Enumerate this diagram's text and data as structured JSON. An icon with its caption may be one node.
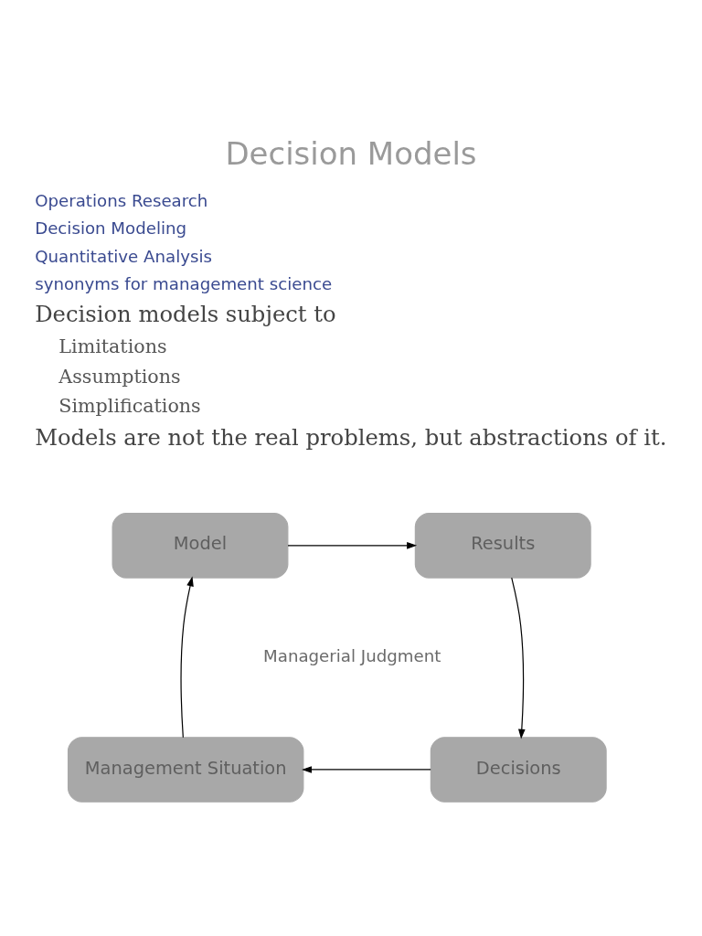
{
  "diagram": {
    "title": "Decision Models",
    "nodes": [
      {
        "text": [
          "Model"
        ]
      },
      {
        "text": [
          "Results"
        ]
      },
      {
        "text": [
          "Management Situation"
        ]
      },
      {
        "text": [
          "Decisions"
        ]
      }
    ],
    "edges": [
      {
        "from": 0,
        "to": 1,
        "arrow": "to"
      },
      {
        "from": 1,
        "to": 3,
        "arrow": "to"
      },
      {
        "from": 3,
        "to": 2,
        "arrow": "to"
      },
      {
        "from": 2,
        "to": 0,
        "arrow": "to"
      }
    ],
    "labels": [
      "Operations Research",
      "Decision Modeling",
      "Quantitative Analysis",
      "synonyms for management science",
      "Decision models subject to",
      "Limitations",
      "Assumptions",
      "Simplifications",
      "Models are not the real problems, but abstractions of it.",
      "Managerial Judgment"
    ]
  }
}
